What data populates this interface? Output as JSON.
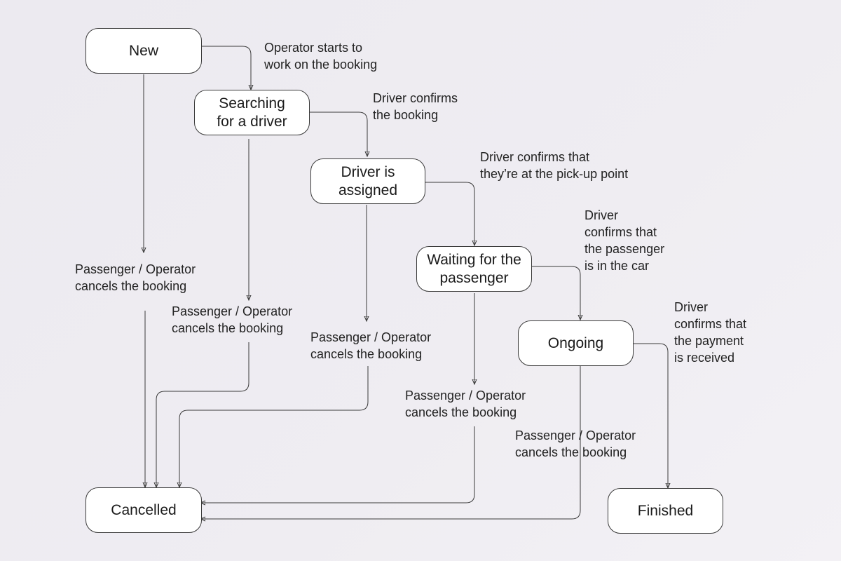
{
  "nodes": {
    "new": "New",
    "searching": "Searching\nfor a driver",
    "assigned": "Driver is\nassigned",
    "waiting": "Waiting for the\npassenger",
    "ongoing": "Ongoing",
    "cancelled": "Cancelled",
    "finished": "Finished"
  },
  "transitions": {
    "new_to_searching": "Operator starts to\nwork on the booking",
    "searching_to_assigned": "Driver confirms\nthe booking",
    "assigned_to_waiting": "Driver confirms that\nthey’re at the pick-up point",
    "waiting_to_ongoing": "Driver\nconfirms that\nthe passenger\nis in the car",
    "ongoing_to_finished": "Driver\nconfirms that\nthe payment\nis received"
  },
  "cancellations": {
    "from_new": "Passenger / Operator\ncancels the booking",
    "from_searching": "Passenger / Operator\ncancels the booking",
    "from_assigned": "Passenger / Operator\ncancels the booking",
    "from_waiting": "Passenger / Operator\ncancels the booking",
    "from_ongoing": "Passenger / Operator\ncancels the booking"
  }
}
